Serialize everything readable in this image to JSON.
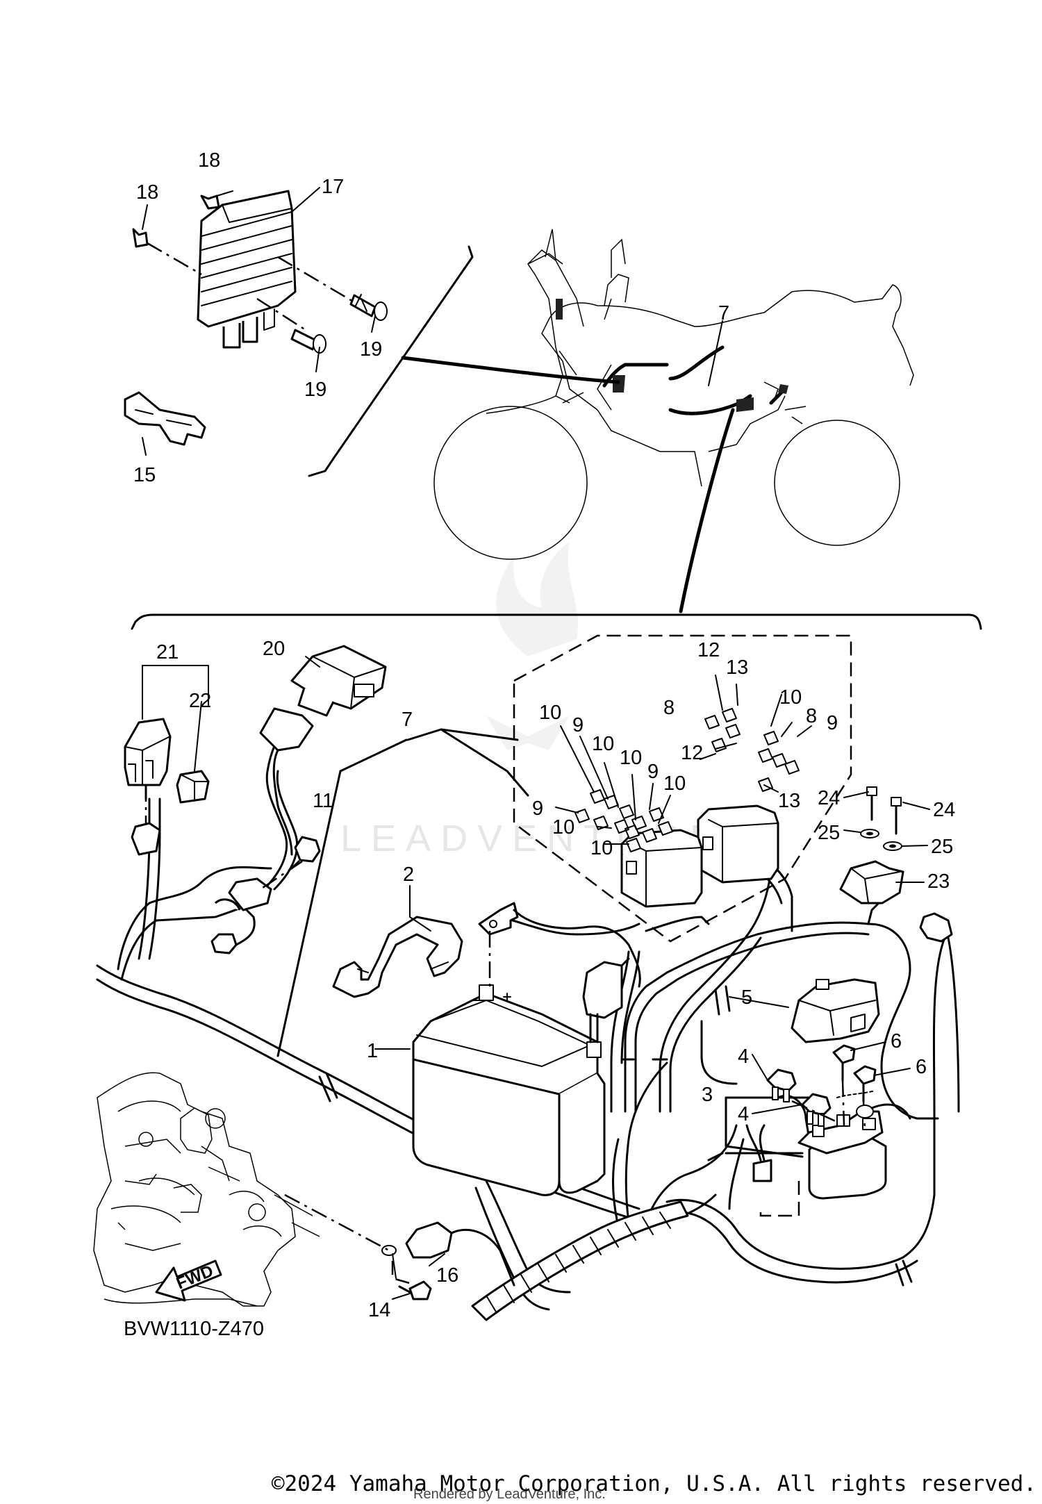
{
  "diagram": {
    "callouts": [
      "1",
      "2",
      "3",
      "4",
      "4",
      "5",
      "6",
      "6",
      "7",
      "7",
      "8",
      "8",
      "9",
      "9",
      "9",
      "9",
      "10",
      "10",
      "10",
      "10",
      "10",
      "10",
      "10",
      "11",
      "12",
      "12",
      "13",
      "13",
      "14",
      "15",
      "16",
      "17",
      "18",
      "18",
      "19",
      "19",
      "20",
      "21",
      "22",
      "23",
      "24",
      "24",
      "25",
      "25"
    ],
    "drawing_code": "BVW1110-Z470",
    "direction_arrow": "FWD",
    "watermark": "LEADVENTURE"
  },
  "footer": {
    "copyright": "©2024 Yamaha Motor Corporation, U.S.A. All rights reserved.",
    "rendered_by": "Rendered by LeadVenture, Inc."
  }
}
